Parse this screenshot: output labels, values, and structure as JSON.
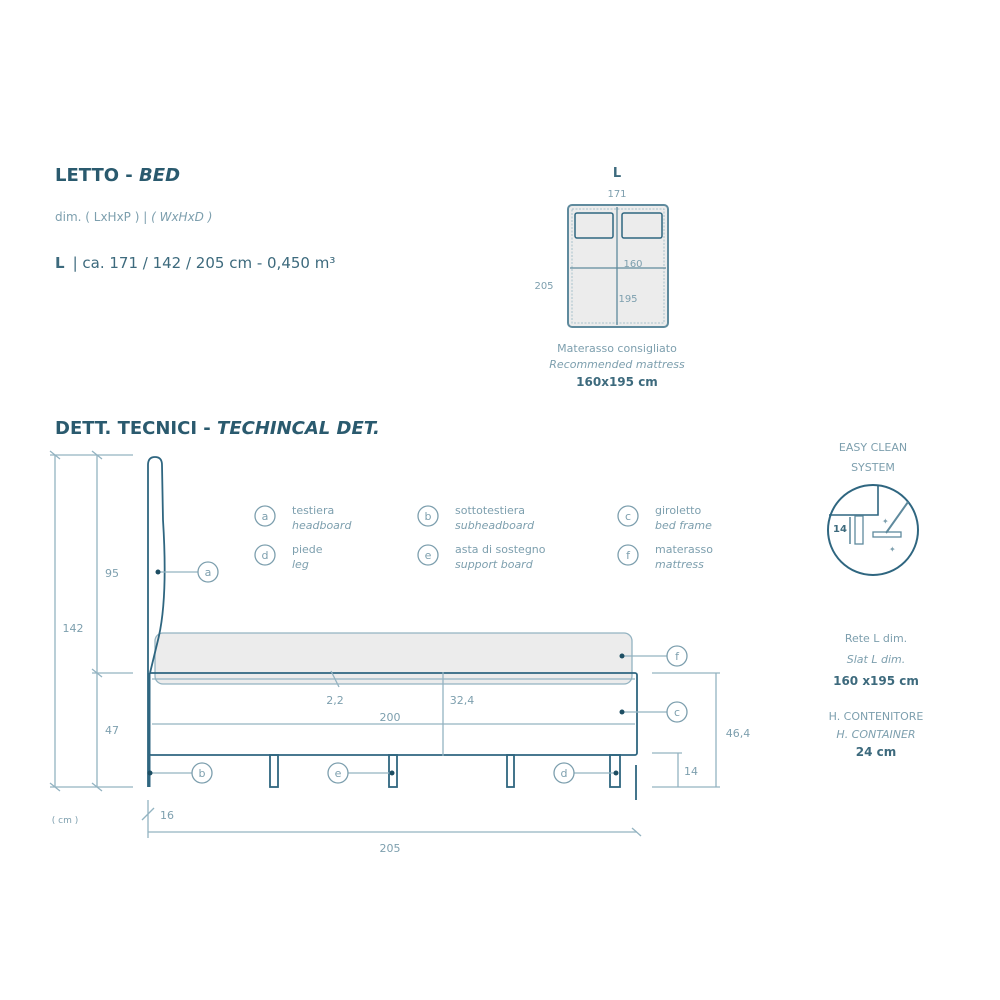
{
  "header": {
    "title_main": "LETTO - ",
    "title_italic": "BED",
    "dim_label": "dim. ( LxHxP ) | ",
    "dim_label_en": "( WxHxD )",
    "size_code": "L",
    "size_line": "| ca. 171 / 142 / 205 cm - 0,450 m³"
  },
  "top_view": {
    "size_code": "L",
    "width": "171",
    "length": "205",
    "mattress_width": "160",
    "mattress_length": "195",
    "caption_it": "Materasso consigliato",
    "caption_en": "Recommended mattress",
    "caption_value": "160x195 cm"
  },
  "details": {
    "title_main": "DETT. TECNICI - ",
    "title_italic": "TECHINCAL DET.",
    "unit": "( cm )",
    "dims": {
      "total_height": "142",
      "headboard_height": "95",
      "base_height": "47",
      "frame_top": "2,2",
      "inner_length": "200",
      "container_height": "32,4",
      "frame_height": "46,4",
      "leg_height": "14",
      "subheadboard_depth": "16",
      "total_length": "205"
    },
    "callouts": [
      "a",
      "b",
      "c",
      "d",
      "e",
      "f"
    ]
  },
  "legend": [
    {
      "letter": "a",
      "it": "testiera",
      "en": "headboard"
    },
    {
      "letter": "b",
      "it": "sottotestiera",
      "en": "subheadboard"
    },
    {
      "letter": "c",
      "it": "giroletto",
      "en": "bed frame"
    },
    {
      "letter": "d",
      "it": "piede",
      "en": "leg"
    },
    {
      "letter": "e",
      "it": "asta di sostegno",
      "en": "support board"
    },
    {
      "letter": "f",
      "it": "materasso",
      "en": "mattress"
    }
  ],
  "easy_clean": {
    "line1": "EASY CLEAN",
    "line2": "SYSTEM",
    "clearance": "14"
  },
  "specs": {
    "slat_it": "Rete L dim.",
    "slat_en": "Slat L dim.",
    "slat_value": "160 x195 cm",
    "container_it": "H. CONTENITORE",
    "container_en": "H. CONTAINER",
    "container_value": "24 cm"
  },
  "colors": {
    "heading": "#2a5a6e",
    "line": "#2f6680",
    "dim_line": "#93b3c1",
    "mattress_fill": "#ececec"
  }
}
